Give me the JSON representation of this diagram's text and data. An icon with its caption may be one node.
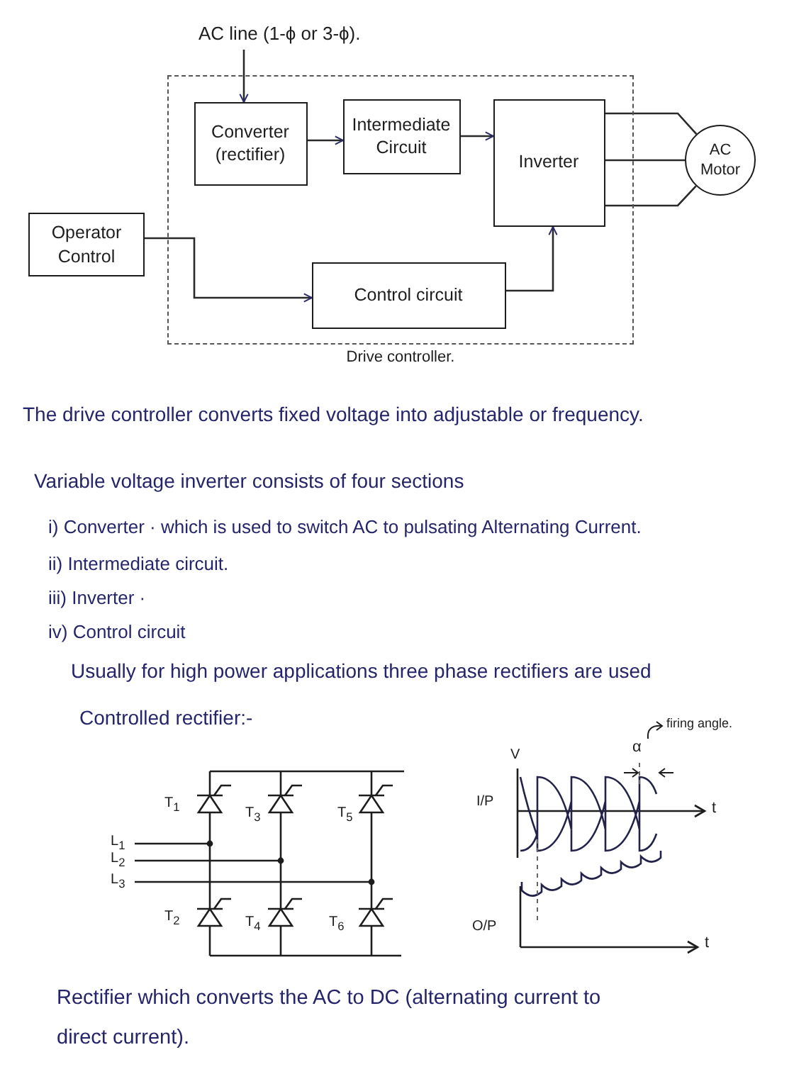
{
  "diagram": {
    "nodes": [
      {
        "text": [
          "AC line (1-ϕ or 3-ϕ)."
        ]
      },
      {
        "text": [
          "Drive controller."
        ]
      },
      {
        "text": [
          "Converter (rectifier)"
        ],
        "in": 1
      },
      {
        "text": [
          "Intermediate Circuit"
        ],
        "in": 1
      },
      {
        "text": [
          "Inverter"
        ],
        "in": 1
      },
      {
        "text": [
          "AC Motor"
        ]
      },
      {
        "text": [
          "Operator Control"
        ]
      },
      {
        "text": [
          "Control circuit"
        ],
        "in": 1
      }
    ],
    "edges": [
      {
        "from": 0,
        "to": 2,
        "arrow": "to"
      },
      {
        "from": 2,
        "to": 3,
        "arrow": "to"
      },
      {
        "from": 3,
        "to": 4,
        "arrow": "to"
      },
      {
        "from": 4,
        "to": 5,
        "arrow": "none"
      },
      {
        "from": 4,
        "to": 5,
        "arrow": "none"
      },
      {
        "from": 4,
        "to": 5,
        "arrow": "none"
      },
      {
        "from": 6,
        "to": 7,
        "arrow": "to"
      },
      {
        "from": 7,
        "to": 4,
        "arrow": "to"
      }
    ],
    "labels": [
      "The drive controller converts fixed voltage into adjustable or frequency.",
      "Variable voltage inverter consists of four sections",
      "i) Converter · which is used to switch AC to pulsating Alternating Current.",
      "ii) Intermediate circuit.",
      "iii) Inverter ·",
      "iv) Control circuit",
      "Usually for high power applications three phase rectifiers are used",
      "Controlled rectifier:-",
      "T$_{1}$",
      "T$_{3}$",
      "T$_{5}$",
      "L$_{1}$",
      "L$_{2}$",
      "L$_{3}$",
      "T$_{2}$",
      "T$_{4}$",
      "T$_{6}$",
      "α",
      "firing angle.",
      "V",
      "I/P",
      "t",
      "O/P",
      "t",
      "Rectifier which converts the AC to DC (alternating current to direct current)."
    ]
  }
}
